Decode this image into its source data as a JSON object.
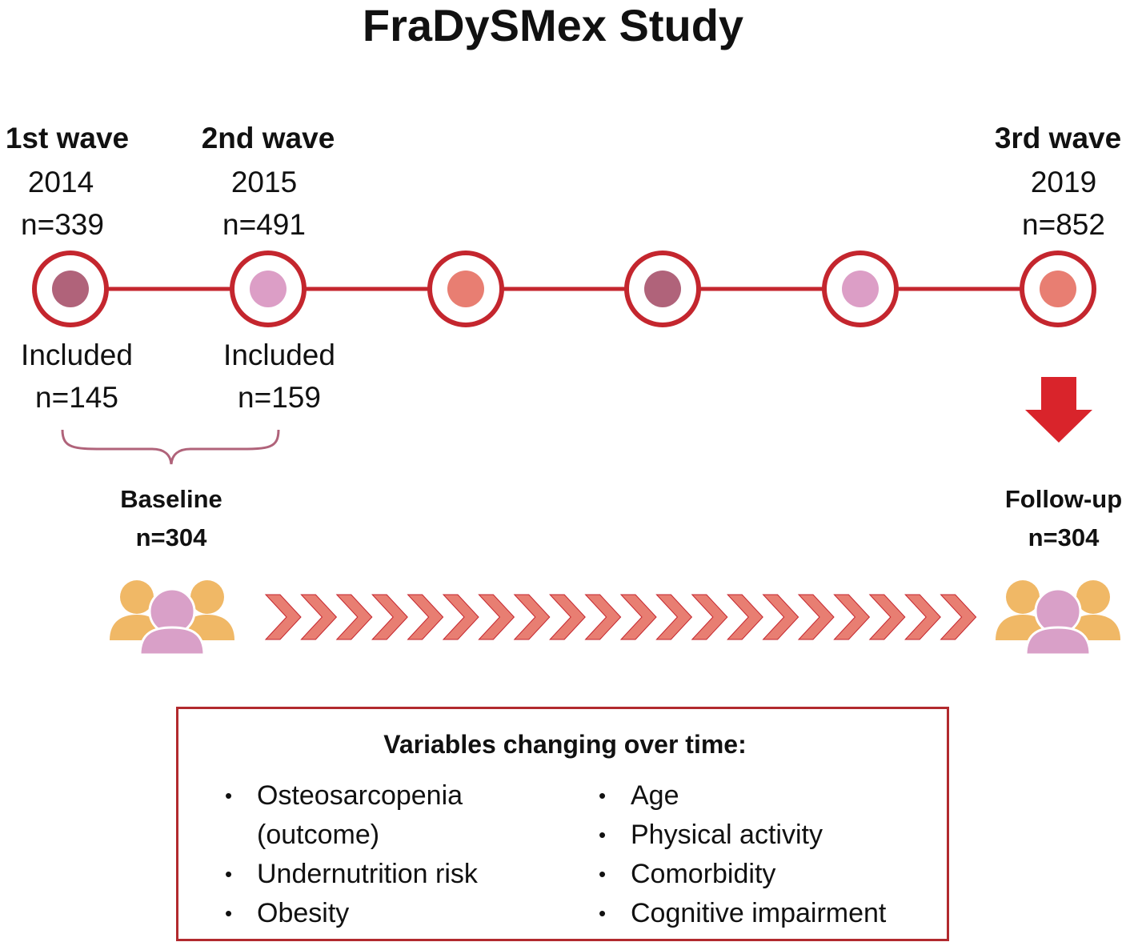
{
  "title": "FraDySMex Study",
  "waves": [
    {
      "label": "1st wave",
      "year": "2014",
      "n": "n=339",
      "included": "Included",
      "included_n": "n=145"
    },
    {
      "label": "2nd wave",
      "year": "2015",
      "n": "n=491",
      "included": "Included",
      "included_n": "n=159"
    },
    {
      "label": "3rd wave",
      "year": "2019",
      "n": "n=852"
    }
  ],
  "baseline": {
    "label": "Baseline",
    "n": "n=304"
  },
  "followup": {
    "label": "Follow-up",
    "n": "n=304"
  },
  "variables_box": {
    "title": "Variables changing over time:",
    "left": [
      {
        "line1": "Osteosarcopenia",
        "line2": "(outcome)"
      },
      {
        "line1": "Undernutrition risk"
      },
      {
        "line1": "Obesity"
      }
    ],
    "right": [
      {
        "line1": "Age"
      },
      {
        "line1": "Physical activity"
      },
      {
        "line1": "Comorbidity"
      },
      {
        "line1": "Cognitive impairment"
      }
    ],
    "bullet": "•"
  },
  "colors": {
    "accent_red": "#c4262e",
    "ring_red": "#c4262e",
    "dot_mauve": "#b0637a",
    "dot_pink": "#dc9ec6",
    "dot_salmon": "#e87e72",
    "chevron": "#e87e72",
    "person_orange": "#f0b866",
    "person_pink": "#d9a0c8",
    "arrow_red": "#d9242b",
    "box_border": "#b22a2e"
  },
  "timeline_dots": [
    "mauve",
    "pink",
    "salmon",
    "mauve",
    "pink",
    "salmon"
  ]
}
